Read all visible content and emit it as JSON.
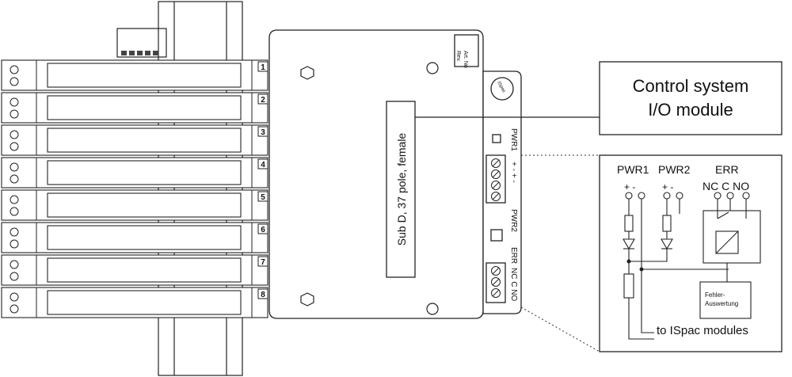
{
  "control_box": {
    "line1": "Control system",
    "line2": "I/O module"
  },
  "connector_label": "Sub D, 37 pole, female",
  "label_plate": {
    "line1": "Art. No",
    "line2": "Rev."
  },
  "seal_text": "ISpac",
  "slot_numbers": [
    "1",
    "2",
    "3",
    "4",
    "5",
    "6",
    "7",
    "8"
  ],
  "pwr1_label": "PWR1",
  "pwr2_label": "PWR2",
  "err_label": "ERR",
  "pwr1_terminals": "+ - + -",
  "pwr2_terminals": "+ -",
  "err_terminals": "NC C NO",
  "schematic": {
    "pwr1": "PWR1",
    "pwr2": "PWR2",
    "err": "ERR",
    "pwr1_pm": "+ -",
    "pwr2_pm": "+ -",
    "err_contacts": "NC C NO",
    "fault_eval_line1": "Fehler-",
    "fault_eval_line2": "Auswertung",
    "to_modules": "to ISpac modules"
  }
}
